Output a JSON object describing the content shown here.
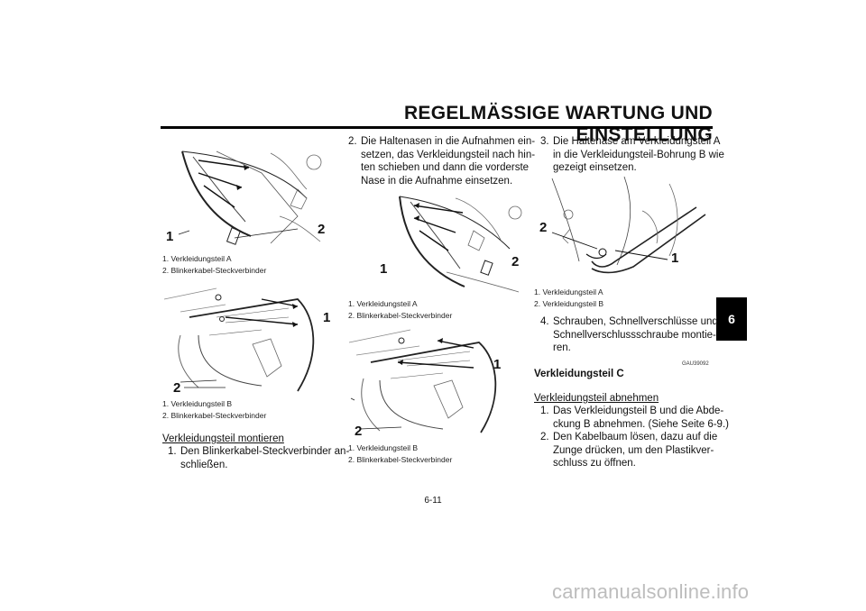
{
  "header": {
    "title": "REGELMÄSSIGE WARTUNG UND EINSTELLUNG"
  },
  "side_tab": "6",
  "page_number": "6-11",
  "watermark": "carmanualsonline.info",
  "col1": {
    "fig1": {
      "callouts": [
        "1",
        "2"
      ],
      "captions": [
        "1.  Verkleidungsteil A",
        "2.  Blinkerkabel-Steckverbinder"
      ]
    },
    "fig2": {
      "callouts": [
        "1",
        "2"
      ],
      "captions": [
        "1.  Verkleidungsteil B",
        "2.  Blinkerkabel-Steckverbinder"
      ]
    },
    "heading": "Verkleidungsteil montieren",
    "step1": {
      "num": "1.",
      "lines": [
        "Den Blinkerkabel-Steckverbinder an-",
        "schließen."
      ]
    }
  },
  "col2": {
    "step2": {
      "num": "2.",
      "lines": [
        "Die Haltenasen in die Aufnahmen ein-",
        "setzen, das Verkleidungsteil nach hin-",
        "ten schieben und dann die vorderste",
        "Nase in die Aufnahme einsetzen."
      ]
    },
    "fig3": {
      "callouts": [
        "1",
        "2"
      ],
      "captions": [
        "1.  Verkleidungsteil A",
        "2.  Blinkerkabel-Steckverbinder"
      ]
    },
    "fig4": {
      "callouts": [
        "1",
        "2"
      ],
      "captions": [
        "1.  Verkleidungsteil B",
        "2.  Blinkerkabel-Steckverbinder"
      ]
    }
  },
  "col3": {
    "step3": {
      "num": "3.",
      "lines": [
        "Die Haltenase am Verkleidungsteil A",
        "in die Verkleidungsteil-Bohrung B wie",
        "gezeigt einsetzen."
      ]
    },
    "fig5": {
      "callouts": [
        "2",
        "1"
      ],
      "captions": [
        "1.  Verkleidungsteil A",
        "2.  Verkleidungsteil B"
      ]
    },
    "step4": {
      "num": "4.",
      "lines": [
        "Schrauben, Schnellverschlüsse und",
        "Schnellverschlussschraube montie-",
        "ren."
      ]
    },
    "code": "GAU39092",
    "section_title": "Verkleidungsteil C",
    "subheading": "Verkleidungsteil abnehmen",
    "step5": {
      "num": "1.",
      "lines": [
        "Das Verkleidungsteil B und die Abde-",
        "ckung B abnehmen. (Siehe Seite 6-9.)"
      ]
    },
    "step6": {
      "num": "2.",
      "lines": [
        "Den Kabelbaum lösen, dazu auf die",
        "Zunge drücken, um den Plastikver-",
        "schluss zu öffnen."
      ]
    }
  }
}
